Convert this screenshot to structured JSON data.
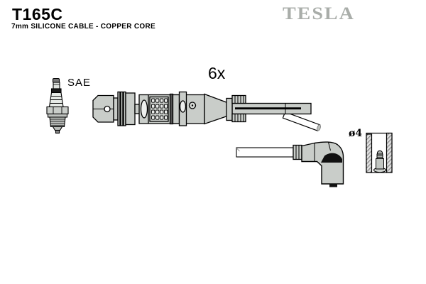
{
  "header": {
    "part_number": "T165C",
    "description": "7mm SILICONE CABLE - COPPER CORE",
    "brand": "TESLA"
  },
  "diagram": {
    "labels": {
      "spark_plug_standard": "SAE",
      "quantity": "6x",
      "terminal_diameter": "ø4"
    },
    "icons": [
      "spark-plug-icon",
      "straight-connector-icon",
      "cable-end-icon",
      "angled-connector-icon",
      "terminal-sleeve-icon"
    ]
  },
  "colors": {
    "background": "#ffffff",
    "logo_gray": "#a9ada9",
    "part_fill": "#c9cdc9",
    "part_fill_light": "#eef0ee",
    "outline": "#000000"
  }
}
